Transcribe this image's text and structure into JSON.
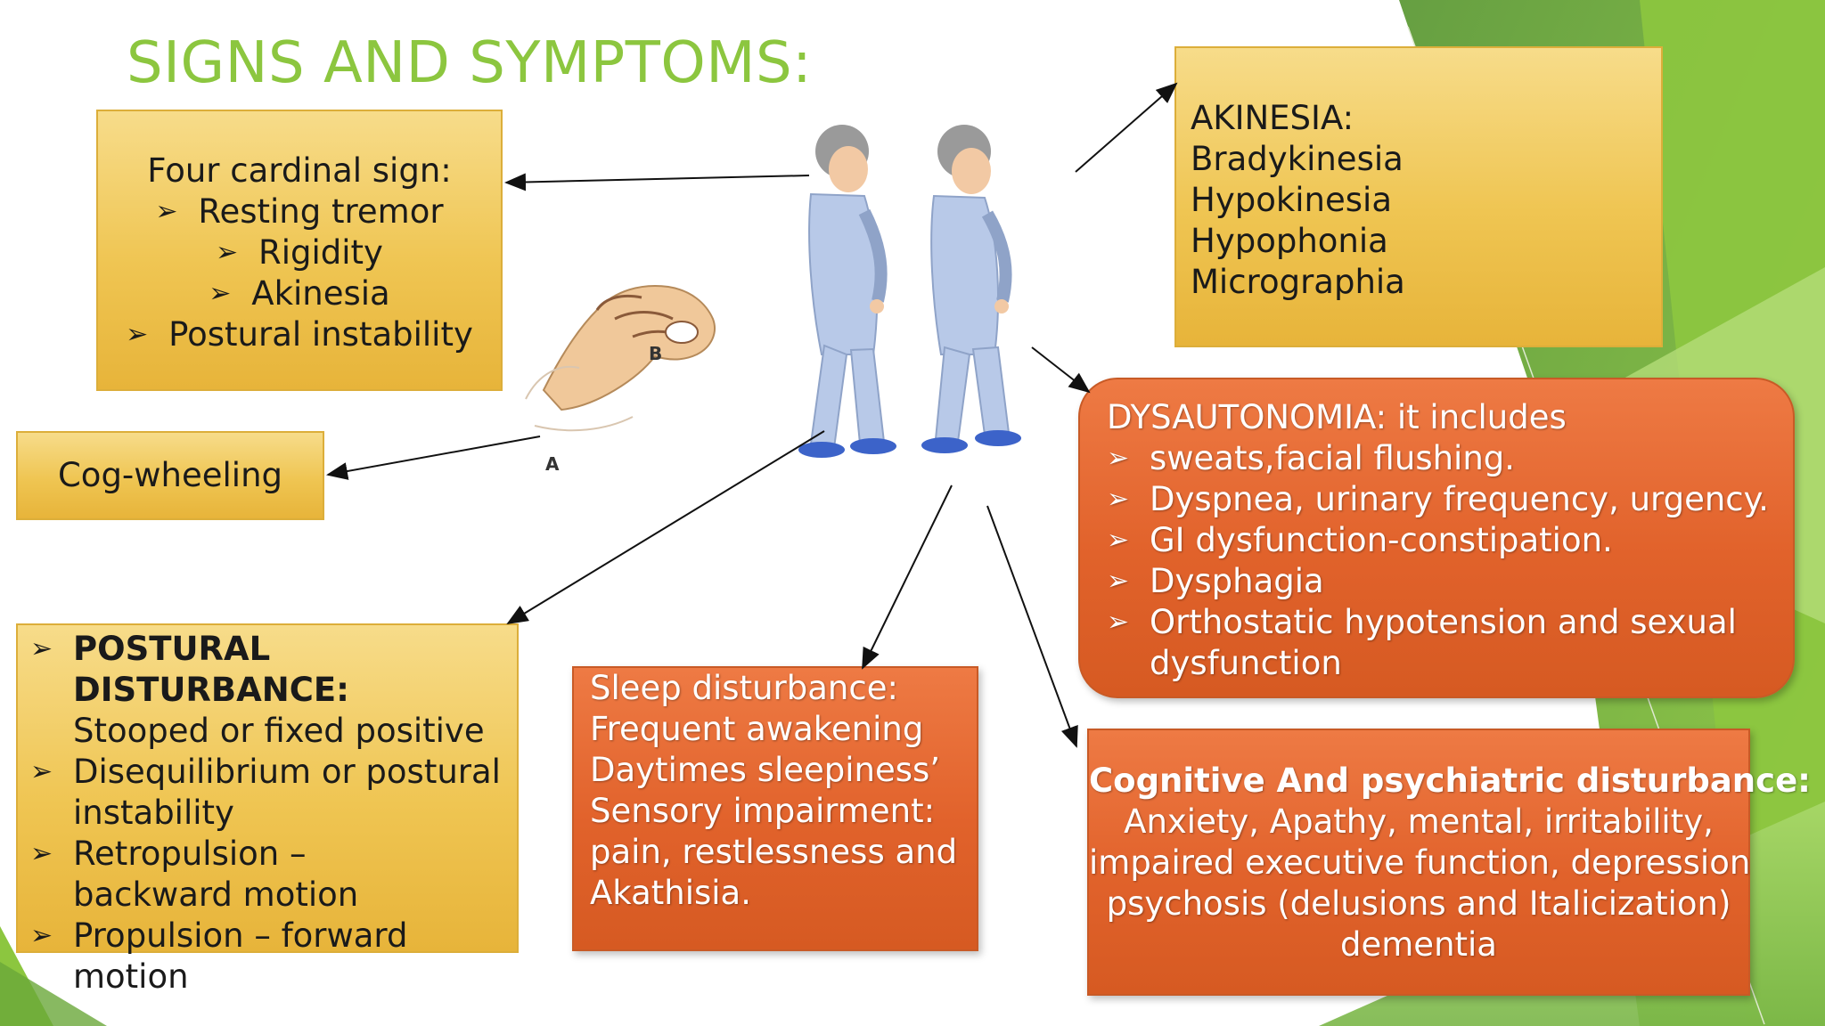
{
  "colors": {
    "title": "#8cc63f",
    "yellow_box": "#efc552",
    "orange_box": "#e1622b",
    "green_accent": "#7ab648"
  },
  "title": "SIGNS AND SYMPTOMS:",
  "cardinal": {
    "heading": "Four cardinal sign:",
    "items": [
      "Resting tremor",
      "Rigidity",
      "Akinesia",
      "Postural instability"
    ]
  },
  "cogwheeling": "Cog-wheeling",
  "postural": {
    "items": [
      {
        "bold": "POSTURAL DISTURBANCE:",
        "text": "Stooped or fixed positive"
      },
      {
        "bold": "",
        "text": "Disequilibrium or postural instability"
      },
      {
        "bold": "",
        "text": "Retropulsion –backward motion"
      },
      {
        "bold": "",
        "text": "Propulsion – forward motion"
      }
    ]
  },
  "akinesia": {
    "lines": [
      "AKINESIA:",
      "Bradykinesia",
      "Hypokinesia",
      "Hypophonia",
      "Micrographia"
    ]
  },
  "dysautonomia": {
    "heading": "DYSAUTONOMIA: it includes",
    "items": [
      "sweats,facial flushing.",
      "Dyspnea, urinary frequency, urgency.",
      "GI dysfunction-constipation.",
      "Dysphagia",
      "Orthostatic hypotension and sexual dysfunction"
    ]
  },
  "sleep": {
    "lines": [
      "Sleep disturbance:",
      "Frequent awakening",
      "Daytimes sleepiness’",
      "Sensory impairment:",
      "pain, restlessness and",
      "Akathisia."
    ]
  },
  "cognitive": {
    "heading": "Cognitive And psychiatric disturbance:",
    "lines": [
      "Anxiety, Apathy, mental, irritability,",
      "impaired executive function, depression",
      "psychosis (delusions and Italicization)",
      "dementia"
    ]
  },
  "illustration": {
    "label_a": "A",
    "label_b": "B"
  },
  "bullet_glyph": "➢"
}
